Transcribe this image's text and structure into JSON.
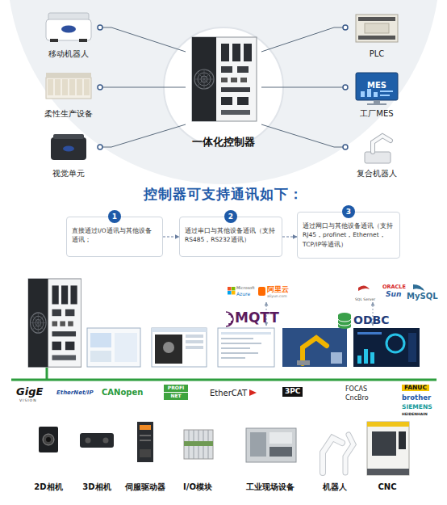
{
  "diagram": {
    "title": "控制器可支持通讯如下：",
    "nodes": [
      {
        "text": [
          "一体化控制器"
        ]
      },
      {
        "text": [
          "移动机器人"
        ]
      },
      {
        "text": [
          "柔性生产设备"
        ]
      },
      {
        "text": [
          "视觉单元"
        ]
      },
      {
        "text": [
          "PLC"
        ]
      },
      {
        "text": [
          "工厂MES"
        ]
      },
      {
        "text": [
          "复合机器人"
        ]
      },
      {
        "text": [
          "1",
          "直接通过I/O通讯与其他设备通讯；"
        ]
      },
      {
        "text": [
          "2",
          "通过串口与其他设备通讯（支持RS485，RS232通讯）"
        ]
      },
      {
        "text": [
          "3",
          "通过网口与其他设备通讯（支持RJ45，profinet，Ethernet，TCP/IP等通讯）"
        ]
      }
    ],
    "edges": [
      {
        "from": 1,
        "to": 0,
        "arrow": "none"
      },
      {
        "from": 2,
        "to": 0,
        "arrow": "none"
      },
      {
        "from": 3,
        "to": 0,
        "arrow": "none"
      },
      {
        "from": 4,
        "to": 0,
        "arrow": "none"
      },
      {
        "from": 5,
        "to": 0,
        "arrow": "none"
      },
      {
        "from": 6,
        "to": 0,
        "arrow": "none"
      },
      {
        "from": 7,
        "to": 8,
        "arrow": "to"
      },
      {
        "from": 8,
        "to": 9,
        "arrow": "to"
      }
    ],
    "labels": [
      "MES",
      "Microsoft",
      "Azure",
      "阿里云",
      "aliyun.com",
      "MQTT",
      "SQL Server",
      "ORACLE",
      "Sun",
      "MySQL",
      "ODBC",
      "GigE",
      "VISION",
      "EtherNet/IP",
      "CANopen",
      "PROFI",
      "NET",
      "EtherCAT",
      "3PC",
      "FOCAS",
      "CncBro",
      "FANUC",
      "brother",
      "SIEMENS",
      "HEIDENHAIN",
      "2D相机",
      "3D相机",
      "伺服驱动器",
      "I/O模块",
      "工业现场设备",
      "机器人",
      "CNC"
    ]
  }
}
